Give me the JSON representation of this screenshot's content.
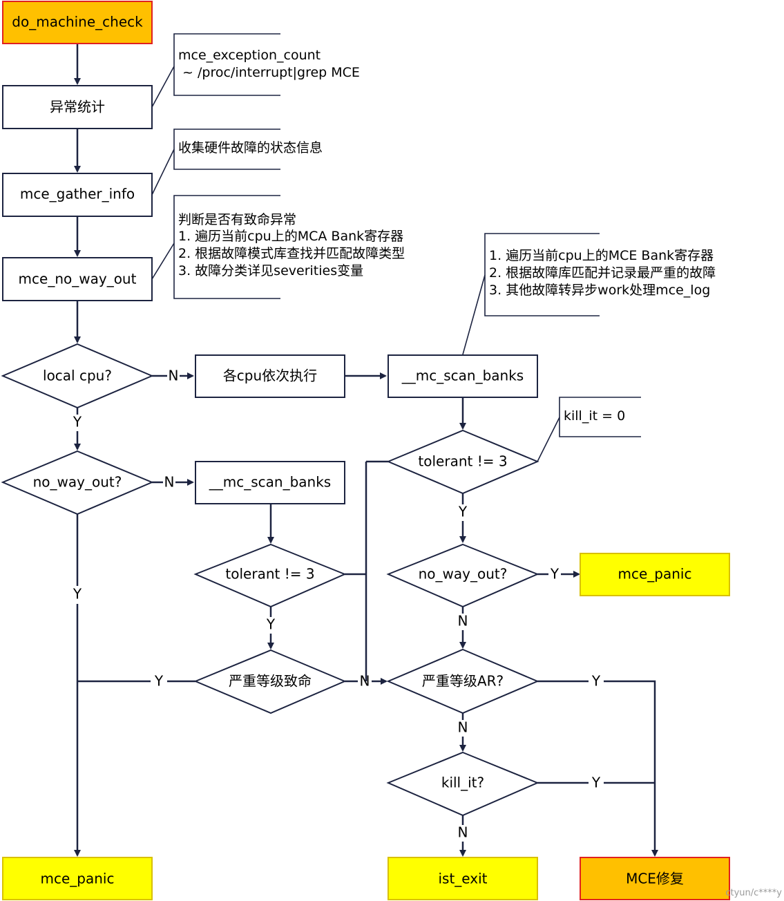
{
  "colors": {
    "line": "#1c2340",
    "box_fill": "#ffffff",
    "start_fill": "#ffc000",
    "start_border": "#e02020",
    "end_fill": "#ffff00",
    "end_border": "#d8c000",
    "repair_fill": "#ffc000",
    "repair_border": "#e02020"
  },
  "nodes": {
    "start": "do_machine_check",
    "stats": "异常统计",
    "gather": "mce_gather_info",
    "nowayout1": "mce_no_way_out",
    "localcpu": "local cpu?",
    "percpu": "各cpu依次执行",
    "scan_top": "__mc_scan_banks",
    "tolerant_right": "tolerant != 3",
    "nowayout_q_left": "no_way_out?",
    "scan_mid": "__mc_scan_banks",
    "tolerant_mid": "tolerant != 3",
    "nowayout_q_right": "no_way_out?",
    "panic_right": "mce_panic",
    "severe_fatal": "严重等级致命",
    "severe_ar": "严重等级AR?",
    "killit_q": "kill_it?",
    "panic_left": "mce_panic",
    "ist_exit": "ist_exit",
    "mce_repair": "MCE修复"
  },
  "notes": {
    "n1": [
      "mce_exception_count",
      " ~ /proc/interrupt|grep MCE"
    ],
    "n2": [
      "收集硬件故障的状态信息"
    ],
    "n3": [
      "判断是否有致命异常",
      "1. 遍历当前cpu上的MCA Bank寄存器",
      "2. 根据故障模式库查找并匹配故障类型",
      "3. 故障分类详见severities变量"
    ],
    "n4": [
      "1. 遍历当前cpu上的MCE Bank寄存器",
      "2. 根据故障库匹配并记录最严重的故障",
      "3. 其他故障转异步work处理mce_log"
    ],
    "n5": [
      "kill_it = 0"
    ]
  },
  "labels": {
    "localcpu_n": "N",
    "localcpu_y": "Y",
    "nowayout_left_n": "N",
    "nowayout_left_y": "Y",
    "tolerant_mid_y": "Y",
    "severe_fatal_y": "Y",
    "severe_fatal_n": "N",
    "tolerant_right_y": "Y",
    "nowayout_right_y": "Y",
    "nowayout_right_n": "N",
    "severe_ar_y": "Y",
    "severe_ar_n": "N",
    "killit_y": "Y",
    "killit_n": "N"
  },
  "watermark": "ctyun/c****y"
}
